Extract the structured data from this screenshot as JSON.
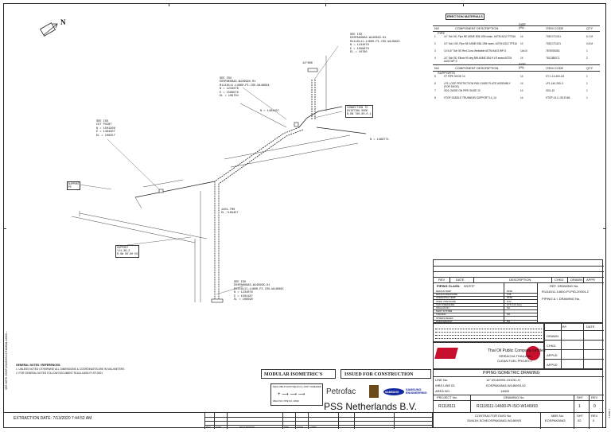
{
  "north_label": "N",
  "bom": {
    "header_tag": "ERECTION MATERIALS",
    "columns": {
      "no": "NO",
      "desc": "COMPONENT DESCRIPTION",
      "size": "SIZE\n(IN)",
      "code": "ITEM CODE",
      "qty": "QTY"
    },
    "pipe_section": "PIPE",
    "items": [
      {
        "no": "1",
        "desc": "14\" Sch 5S, Pipe BE ASME B36.19M seam. ASTM A312 TP316",
        "size": "14",
        "code": "74301711011",
        "qty": "6.1 M"
      },
      {
        "no": "2",
        "desc": "10\" Sch 10S, Pipe BE ASME B36.19M seam. ASTM A312 TP316",
        "size": "10",
        "code": "74301711101",
        "qty": "0.8 M"
      },
      {
        "no": "3",
        "desc": "14\"x10\" Sch 5S Red.Conc Weldable ASTM A403 WP-S",
        "size": "14x10",
        "code": "7875000281",
        "qty": "1"
      },
      {
        "no": "4",
        "desc": "14\" Sch 5S, Elbow 90 deg BW ASME B16.9 LR seam ASTM A403 WP-S",
        "size": "14",
        "code": "7611380071",
        "qty": "2"
      }
    ],
    "supports_section": "SUPPORTS",
    "supports": [
      {
        "no": "5",
        "desc": "ST PIPE SHOE 14",
        "size": "14",
        "code": "ST-1-14-300-C8",
        "qty": "1"
      },
      {
        "no": "6",
        "desc": "LP1 LOOP PROTECTION PAD GUIDE PLATE ASSEMBLY (FOR SHOE)",
        "size": "14",
        "code": "LP1-140-20D-3",
        "qty": "1"
      },
      {
        "no": "7",
        "desc": "GD1 GUIDE ON PIPE SHOE 10",
        "size": "10",
        "code": "GD1-10",
        "qty": "1"
      },
      {
        "no": "8",
        "desc": "STOP SADDLE TRUNNION SUPPORT 14_14",
        "size": "14",
        "code": "STOP-14-C-G5-E166",
        "qty": "1"
      }
    ]
  },
  "iso_labels": {
    "top_con": "SEE ISO\nEOSPAK08A3-W146993-01\nR1118111-14600-PI-ISO-W146993\nN = 1234076\nE = 1589876\nEL = 10780",
    "left_con": "SEE ISO\nEOSPAK08A3-W146994-01\nR1118111-14600-PI-ISO-W146994\nN = 1234076\nE = 1589876\nEL = 109704",
    "left_pt": "SEE ISO\nCUT POINT\nN = 1501308\nE = 1484307\nEL = 109457",
    "bottom_con": "SEE ISO\nEOSPAK08A3-W146995-01\nR1118111-14600-PI-ISO-W146995\nN = 1234076\nE = 1584187\nEL = 109590",
    "mid_pt": "1401-TM0\nEL +109457",
    "n_coord": "N = 1484107",
    "n_coord2": "N = 1468771",
    "elev": "EL 109457",
    "tag1": "14\"600",
    "tag2": "SUPPORT\nPS",
    "tag3": "CONNECTION TO\nEXISTING SHOE\nN-DW 780-80-0.4",
    "tag4": "SUPPORT\n+21-36,2\nR-SW 80-80 HZ"
  },
  "rev_table": {
    "header": {
      "rev": "REV",
      "date": "DATE",
      "desc": "DESCRIPTION",
      "chk": "CHKD",
      "drn": "DRAWN",
      "appr": "APPR"
    },
    "pipe_class_label": "PIPING CLASS:",
    "pipe_class": "W1RTF",
    "insulation_label": "INSUL:",
    "line_data_rows": [
      "DESIGN TEMP",
      "DESIGN PRESSURE",
      "OPERATING TEMP",
      "OPER. PRESSURE",
      "TEST PRESSURE",
      "INSULATION",
      "PAINT SYSTEM",
      "TRACING",
      "STRESS RELIEF",
      "RADIOGRAPHY"
    ],
    "line_data_vals": [
      "65/80",
      "9.96",
      "65/80",
      "8.60",
      "HYD 14.9 barg",
      "NH",
      "",
      "NO",
      "",
      "5%"
    ],
    "ref_drawing_title": "REF. DRAWING No.",
    "ref_drawing": "R1118111-14600-PI-PID-20004-2",
    "isometric_title": "PIPING & I. DRAWING No."
  },
  "notes_header": "GENERAL NOTES / REFERENCES:",
  "notes": [
    "1. UNLESS NOTED OTHERWISE ALL DIMENSIONS & COORDINATES ARE IN MILLIMETERS",
    "2. FOR GENERAL NOTES FOLLOW DOCUMENT R1118-14600-PI-SP-0001"
  ],
  "side_note": "SEE NOTE: EOSP-W146993-01 R1118111-14600",
  "stamps": {
    "modular": "MODULAR ISOMETRIC'S",
    "ifc": "ISSUED FOR CONSTRUCTION"
  },
  "legend": {
    "row1": "FIELD WELD   SHOP WELD   FLG JOINT   THREADED",
    "row2": "WELD NO.    PIPE NO.  20002"
  },
  "client": {
    "name": "Thai Oil Public Company Limited",
    "site": "SRIRACHA THAILAND",
    "project": "CLEAN FUEL PROJECT"
  },
  "contractors": {
    "petrofac": "Petrofac",
    "samsung": "SAMSUNG",
    "samsung_eng": "SAMSUNG\nENGINEERING",
    "pss": "PSS Netherlands B.V."
  },
  "sign_block": [
    "DRAWN",
    "CHKD",
    "APPVD",
    "APPVD"
  ],
  "by_label": "BY",
  "date_label": "DATE",
  "title_block": {
    "drawing_title": "PIPING ISOMETRIC DRAWING",
    "line_label": "LINE No.",
    "line_no": "14\"-W146993-151011-H",
    "wbs_label": "WBS LINE ID:",
    "wbs": "EOSPAK08A3-W146993-02",
    "area_label": "AREA NO.",
    "area": "14600",
    "project_label": "PROJECT No.",
    "drawing_label": "DRAWING No.",
    "sht_label": "SHT",
    "rev_label": "REV",
    "project_no": "R1118111",
    "drawing_no": "R1118111-14600-PI-ISO-W146993",
    "sht": "1",
    "rev": "0",
    "contractor_label": "CONTRACTOR DWG No.",
    "contractor_no": "Z6441H-SCHEOSPAK08A3-W146993",
    "mbs_label": "MBS No.",
    "mbs_no": "EOSPAK08A3",
    "sht2": "02",
    "rev2": "0"
  },
  "extraction": "EXTRACTION DATE:    7/13/2020 7:44:52 AM",
  "bottom_strip": [
    "REV",
    "DATE",
    "DESCRIPTION",
    "DRN",
    "CHKD",
    "APPR"
  ],
  "left_margin": "SEE NOTE: EOSP-W146993-01 R1118111-14600-...",
  "right_margin": "14600-1"
}
